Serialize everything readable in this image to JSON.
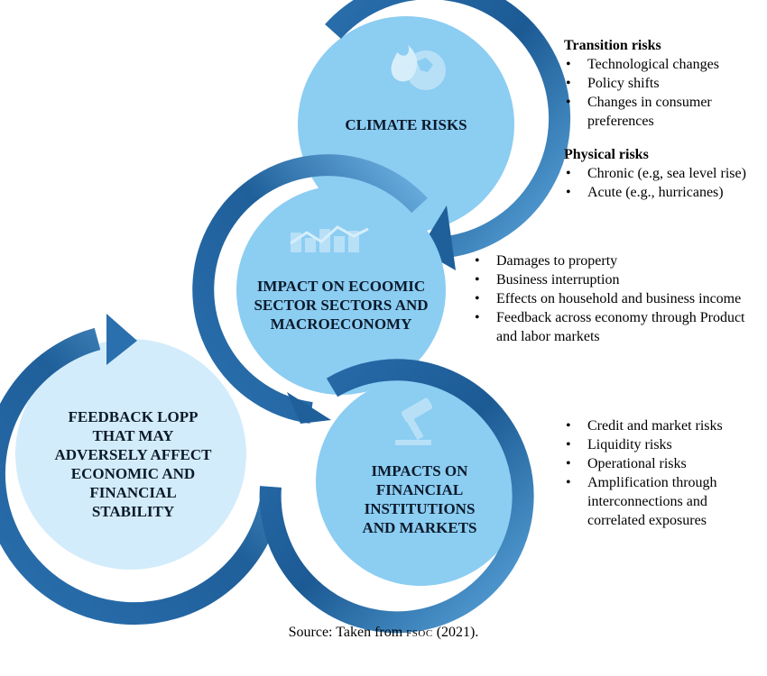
{
  "circles": {
    "climate": {
      "label": "CLIMATE RISKS",
      "icon": "globe-fire-icon"
    },
    "economic": {
      "label": "IMPACT ON ECOOMIC SECTOR SECTORS AND MACROECONOMY",
      "icon": "chart-icon"
    },
    "financial": {
      "label": "IMPACTS ON FINANCIAL INSTITUTIONS AND MARKETS",
      "icon": "gavel-icon"
    },
    "feedback": {
      "label": "FEEDBACK LOPP THAT MAY ADVERSELY AFFECT ECONOMIC AND FINANCIAL STABILITY"
    }
  },
  "lists": {
    "transition": {
      "heading": "Transition risks",
      "items": [
        "Technological changes",
        "Policy shifts",
        "Changes in consumer preferences"
      ]
    },
    "physical": {
      "heading": "Physical risks",
      "items": [
        "Chronic (e.g, sea level rise)",
        "Acute (e.g., hurricanes)"
      ]
    },
    "economic": {
      "items": [
        "Damages to property",
        "Business interruption",
        "Effects on household and business income",
        "Feedback across economy through Product and labor markets"
      ]
    },
    "financial": {
      "items": [
        "Credit and market risks",
        "Liquidity risks",
        "Operational risks",
        "Amplification through interconnections and correlated exposures"
      ]
    }
  },
  "source": {
    "prefix": "Source: Taken from ",
    "org": "FSOC",
    "suffix": " (2021)."
  },
  "colors": {
    "ring_dark": "#1f5f9a",
    "ring_light": "#6fb3e3",
    "fill_main": "#8ccdf2",
    "fill_light": "#d3ecfb",
    "icon": "#b7e0f7"
  }
}
